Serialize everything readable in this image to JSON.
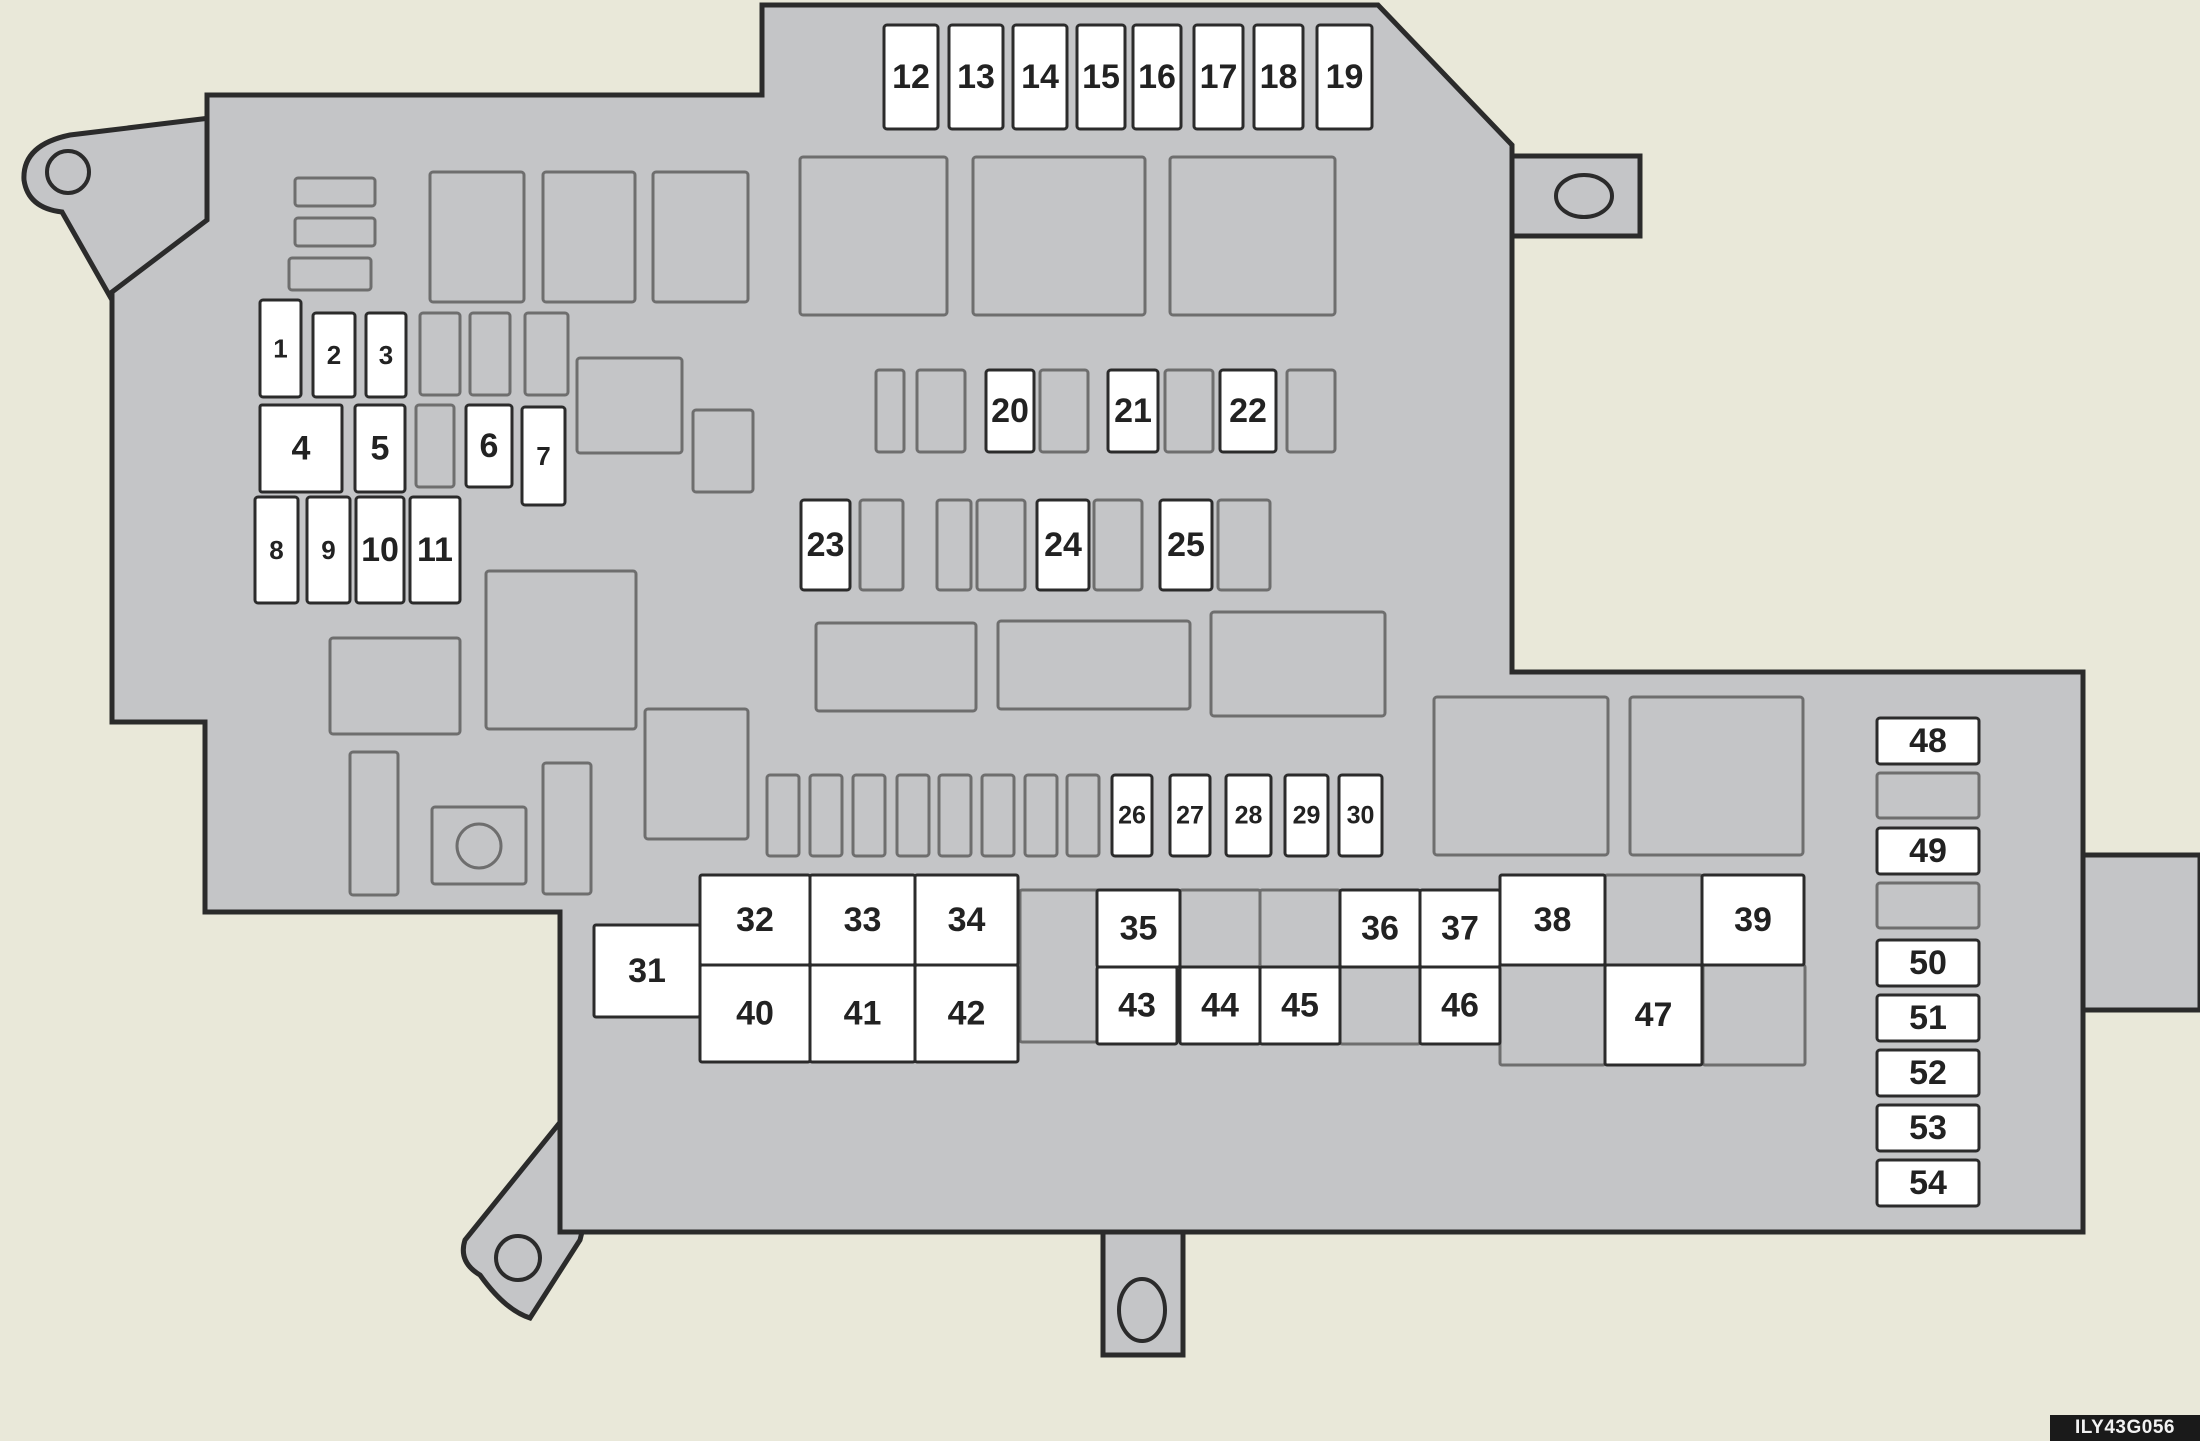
{
  "diagram": {
    "image_code": "ILY43G056",
    "fuses": [
      {
        "id": "1",
        "label": "1"
      },
      {
        "id": "2",
        "label": "2"
      },
      {
        "id": "3",
        "label": "3"
      },
      {
        "id": "4",
        "label": "4"
      },
      {
        "id": "5",
        "label": "5"
      },
      {
        "id": "6",
        "label": "6"
      },
      {
        "id": "7",
        "label": "7"
      },
      {
        "id": "8",
        "label": "8"
      },
      {
        "id": "9",
        "label": "9"
      },
      {
        "id": "10",
        "label": "10"
      },
      {
        "id": "11",
        "label": "11"
      },
      {
        "id": "12",
        "label": "12"
      },
      {
        "id": "13",
        "label": "13"
      },
      {
        "id": "14",
        "label": "14"
      },
      {
        "id": "15",
        "label": "15"
      },
      {
        "id": "16",
        "label": "16"
      },
      {
        "id": "17",
        "label": "17"
      },
      {
        "id": "18",
        "label": "18"
      },
      {
        "id": "19",
        "label": "19"
      },
      {
        "id": "20",
        "label": "20"
      },
      {
        "id": "21",
        "label": "21"
      },
      {
        "id": "22",
        "label": "22"
      },
      {
        "id": "23",
        "label": "23"
      },
      {
        "id": "24",
        "label": "24"
      },
      {
        "id": "25",
        "label": "25"
      },
      {
        "id": "26",
        "label": "26"
      },
      {
        "id": "27",
        "label": "27"
      },
      {
        "id": "28",
        "label": "28"
      },
      {
        "id": "29",
        "label": "29"
      },
      {
        "id": "30",
        "label": "30"
      },
      {
        "id": "31",
        "label": "31"
      },
      {
        "id": "32",
        "label": "32"
      },
      {
        "id": "33",
        "label": "33"
      },
      {
        "id": "34",
        "label": "34"
      },
      {
        "id": "35",
        "label": "35"
      },
      {
        "id": "36",
        "label": "36"
      },
      {
        "id": "37",
        "label": "37"
      },
      {
        "id": "38",
        "label": "38"
      },
      {
        "id": "39",
        "label": "39"
      },
      {
        "id": "40",
        "label": "40"
      },
      {
        "id": "41",
        "label": "41"
      },
      {
        "id": "42",
        "label": "42"
      },
      {
        "id": "43",
        "label": "43"
      },
      {
        "id": "44",
        "label": "44"
      },
      {
        "id": "45",
        "label": "45"
      },
      {
        "id": "46",
        "label": "46"
      },
      {
        "id": "47",
        "label": "47"
      },
      {
        "id": "48",
        "label": "48"
      },
      {
        "id": "49",
        "label": "49"
      },
      {
        "id": "50",
        "label": "50"
      },
      {
        "id": "51",
        "label": "51"
      },
      {
        "id": "52",
        "label": "52"
      },
      {
        "id": "53",
        "label": "53"
      },
      {
        "id": "54",
        "label": "54"
      }
    ],
    "colors": {
      "background": "#e9e8d9",
      "housing": "#c4c5c7",
      "outline": "#2b2b2b",
      "fuse_fill": "#ffffff",
      "slot_stroke": "#6e6e6e"
    }
  }
}
